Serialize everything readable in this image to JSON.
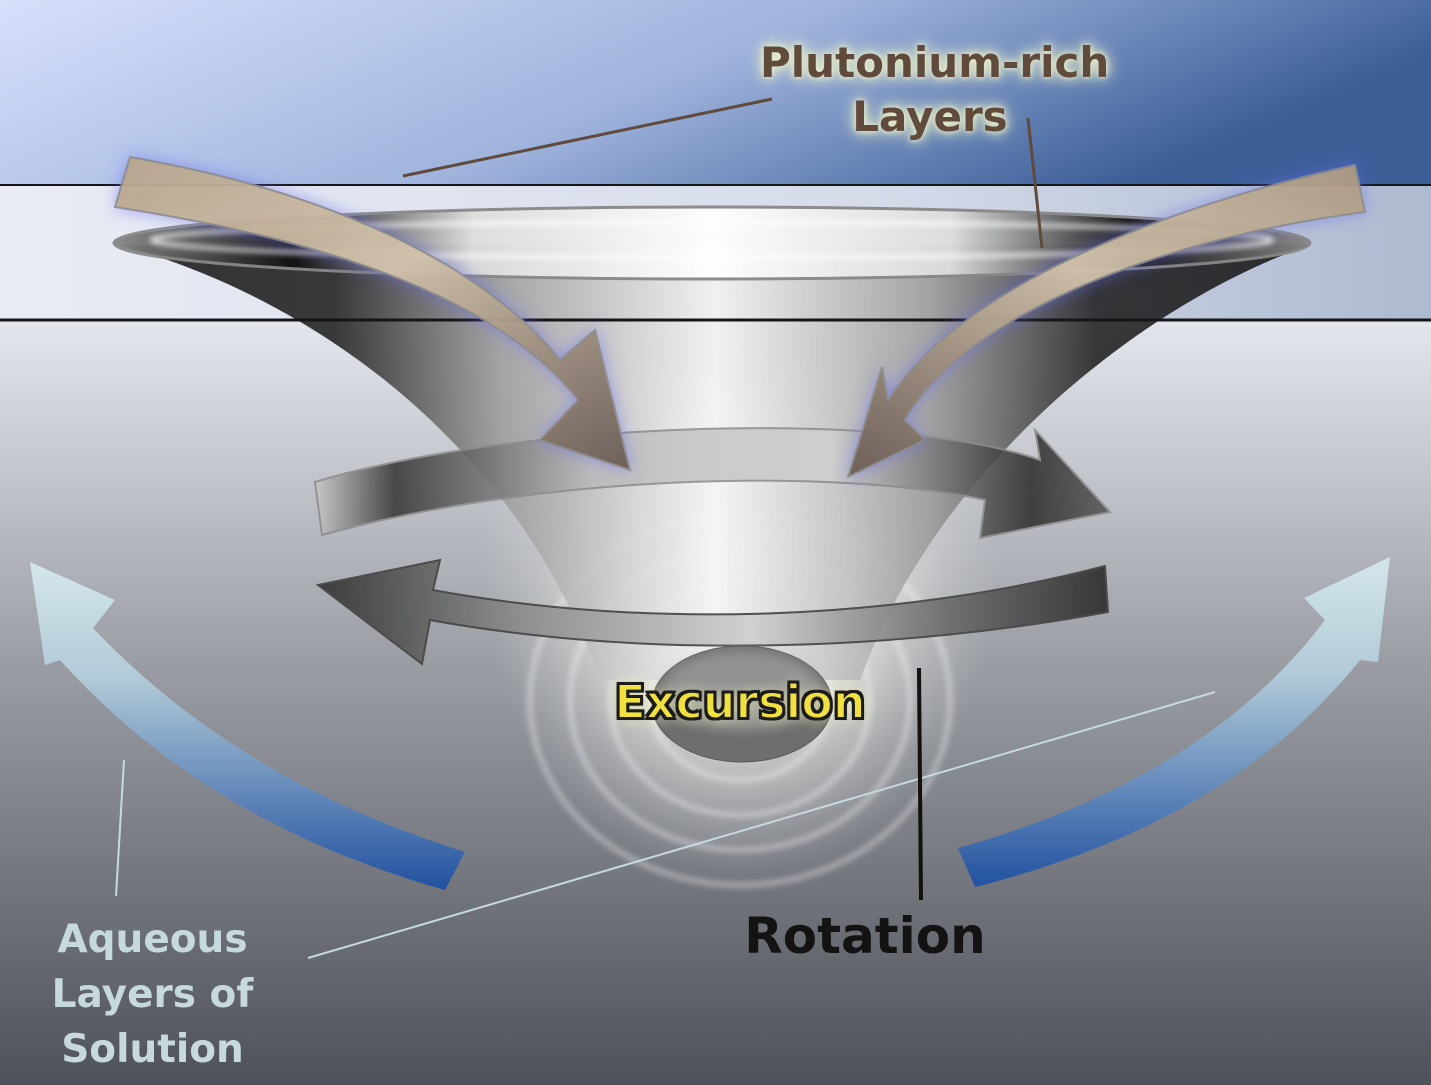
{
  "labels": {
    "plutonium": {
      "line1": "Plutonium-rich",
      "line2": "Layers"
    },
    "excursion": "Excursion",
    "rotation": "Rotation",
    "aqueous": {
      "line1": "Aqueous",
      "line2": "Layers of",
      "line3": "Solution"
    }
  },
  "colors": {
    "sky_left": "#d4defa",
    "sky_right": "#3c5f98",
    "plutonium_arrow": "#c8b597",
    "plutonium_arrow_tip": "#6a5a46",
    "aqueous_arrow_top": "#d4e6ea",
    "aqueous_arrow_bottom": "#2151a0",
    "rotation_arrow": "#333336",
    "excursion_text": "#f0e040",
    "layer_band_line": "#161616"
  }
}
